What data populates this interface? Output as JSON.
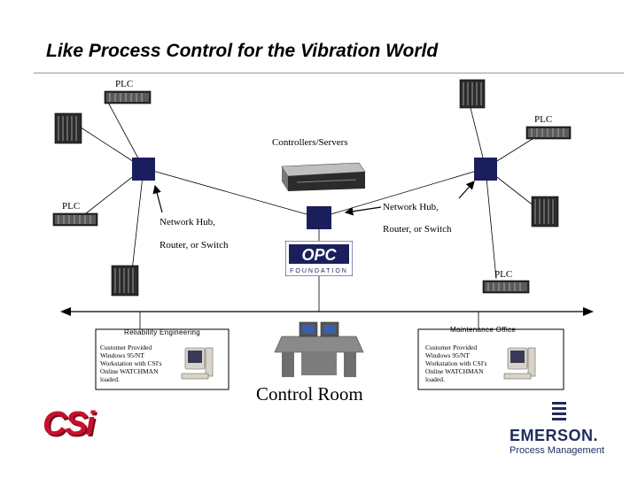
{
  "slide": {
    "title": "Like Process Control for the Vibration World"
  },
  "labels": {
    "plc_top_left": "PLC",
    "plc_top_right": "PLC",
    "plc_mid_left": "PLC",
    "plc_lower_right": "PLC",
    "controllers_servers": "Controllers/Servers",
    "network_hub_left_1": "Network Hub,",
    "network_hub_left_2": "Router, or Switch",
    "network_hub_right_1": "Network Hub,",
    "network_hub_right_2": "Router, or Switch",
    "reliability_engineering": "Reliability Engineering",
    "maintenance_office": "Maintenance Office",
    "workstation_left": "Customer Provided Windows 95/NT Workstation with CSI's Online WATCHMAN loaded.",
    "workstation_right": "Customer Provided Windows 95/NT Workstation with CSI's Online WATCHMAN loaded.",
    "control_room": "Control Room"
  },
  "logos": {
    "csi": "CSi",
    "emerson": "EMERSON.",
    "emerson_sub": "Process Management",
    "opc": "OPC",
    "opc_sub": "FOUNDATION"
  },
  "colors": {
    "hub": "#1a1f5c",
    "csi_red": "#c8102e",
    "emerson_blue": "#1e2c5e"
  }
}
